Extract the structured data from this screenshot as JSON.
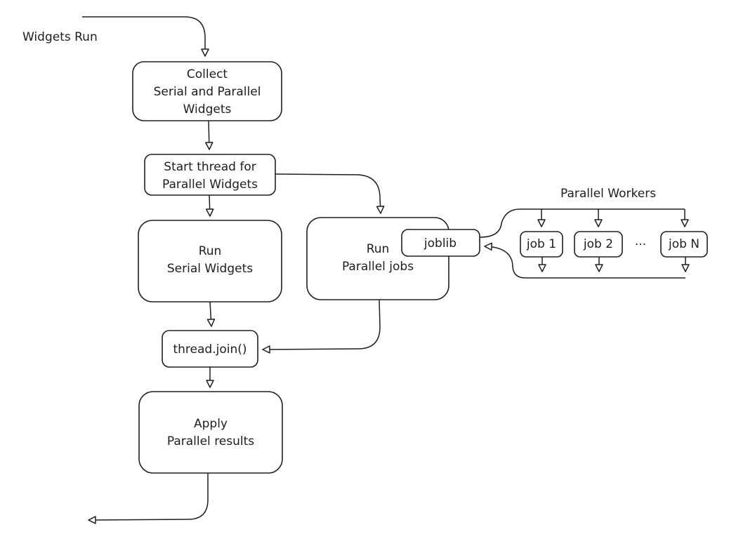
{
  "diagram": {
    "title": "Widgets Run",
    "nodes": {
      "collect": [
        "Collect",
        "Serial and Parallel",
        "Widgets"
      ],
      "start_thread": [
        "Start thread for",
        "Parallel Widgets"
      ],
      "run_serial": [
        "Run",
        "Serial Widgets"
      ],
      "run_parallel": [
        "Run",
        "Parallel jobs"
      ],
      "joblib": "joblib",
      "thread_join": "thread.join()",
      "apply": [
        "Apply",
        "Parallel results"
      ]
    },
    "workers": {
      "label": "Parallel Workers",
      "jobs": [
        "job 1",
        "job 2",
        "job N"
      ],
      "ellipsis": "..."
    }
  }
}
